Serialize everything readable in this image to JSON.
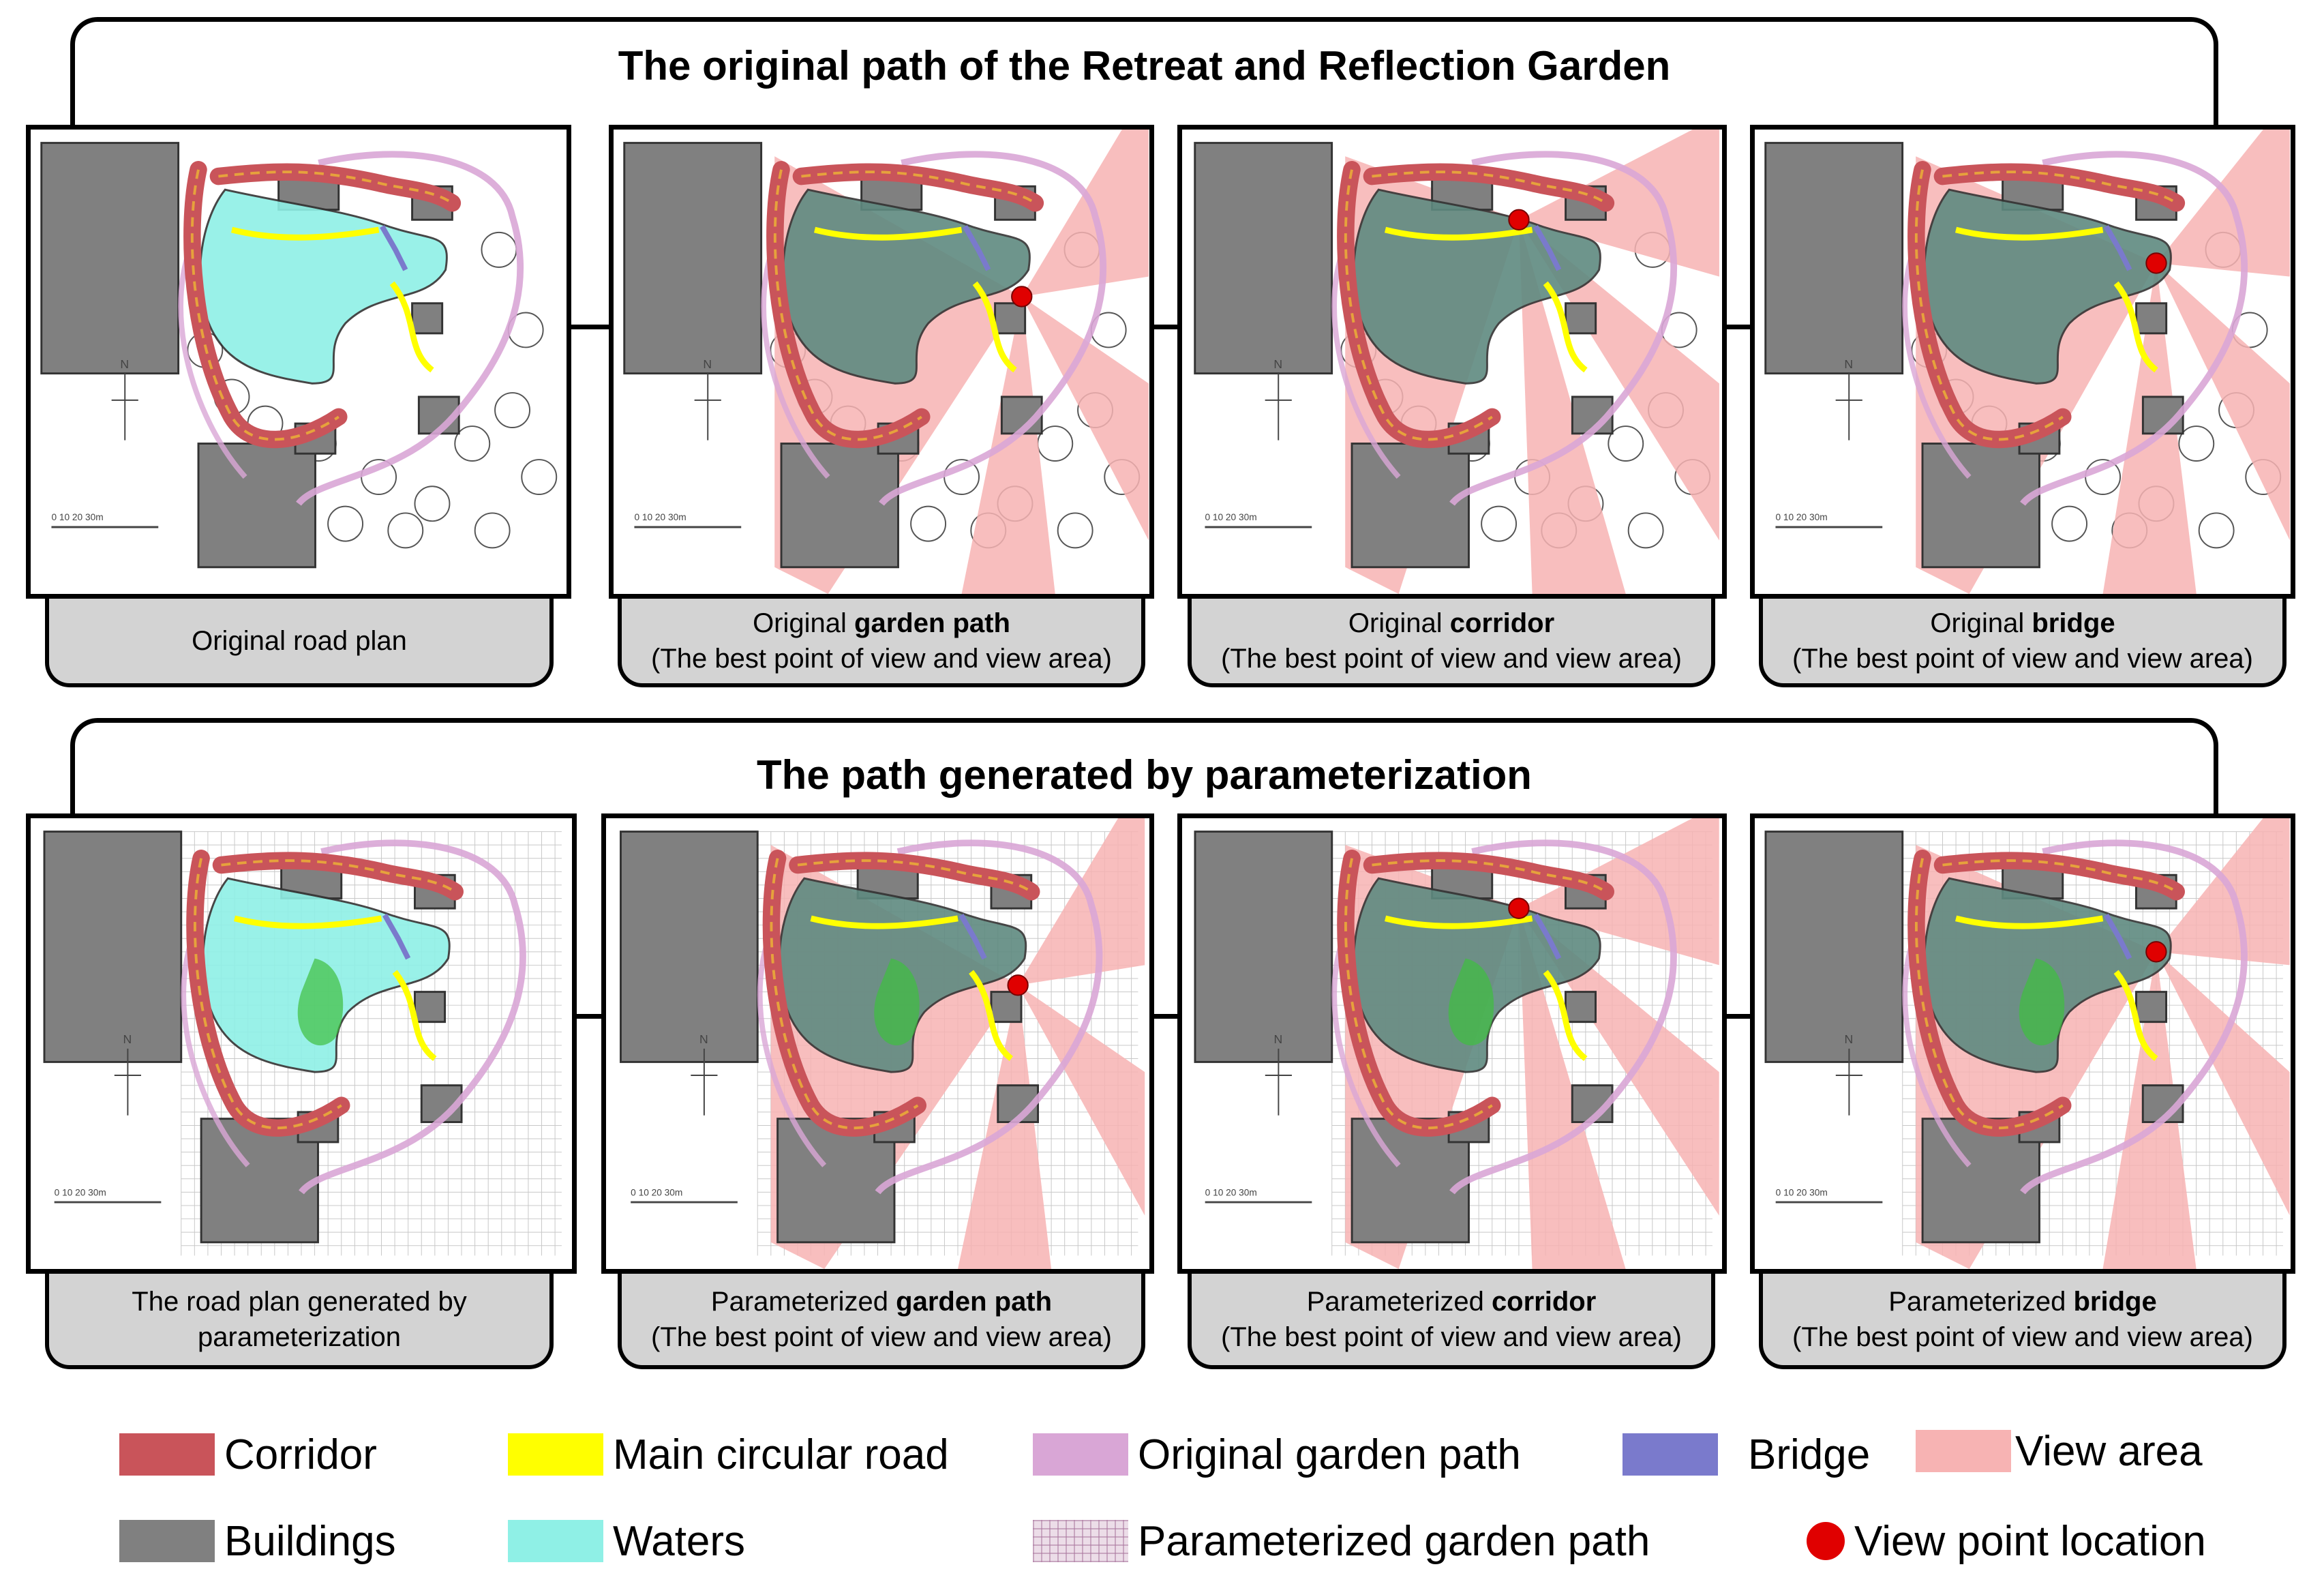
{
  "section_top": {
    "title": "The original  path of the Retreat and Reflection Garden"
  },
  "section_bottom": {
    "title": "The path generated by parameterization"
  },
  "top_panels": [
    {
      "line1": "Original road plan",
      "prefix": "",
      "bold": "",
      "line2": "",
      "scale": "0  10  20  30m",
      "view_point": false,
      "view_area": false,
      "mode": "original-plan"
    },
    {
      "line1": "",
      "prefix": "Original ",
      "bold": "garden path",
      "line2": "(The best point of view and view area)",
      "scale": "0  10  20  30m",
      "view_point": true,
      "view_area": true,
      "mode": "garden-path"
    },
    {
      "line1": "",
      "prefix": "Original ",
      "bold": "corridor",
      "line2": "(The best point of view and view area)",
      "scale": "0  10  20  30m",
      "view_point": true,
      "view_area": true,
      "mode": "corridor"
    },
    {
      "line1": "",
      "prefix": "Original ",
      "bold": "bridge",
      "line2": "(The best point of view and view area)",
      "scale": "0  10  20  30m",
      "view_point": true,
      "view_area": true,
      "mode": "bridge"
    }
  ],
  "bottom_panels": [
    {
      "line1": "The road plan generated by",
      "prefix": "",
      "bold": "",
      "line2": "parameterization",
      "scale": "0  10  20  30m",
      "view_point": false,
      "view_area": false,
      "mode": "param-plan"
    },
    {
      "line1": "",
      "prefix": "Parameterized ",
      "bold": "garden path",
      "line2": "(The best point of view and view area)",
      "scale": "0  10  20  30m",
      "view_point": true,
      "view_area": true,
      "mode": "garden-path"
    },
    {
      "line1": "",
      "prefix": "Parameterized ",
      "bold": "corridor",
      "line2": "(The best point of view and view area)",
      "scale": "0  10  20  30m",
      "view_point": true,
      "view_area": true,
      "mode": "corridor"
    },
    {
      "line1": "",
      "prefix": "Parameterized ",
      "bold": "bridge",
      "line2": "(The best point of view and view area)",
      "scale": "0  10  20  30m",
      "view_point": true,
      "view_area": true,
      "mode": "bridge"
    }
  ],
  "legend": [
    {
      "label": "Corridor",
      "color": "#c9545a",
      "kind": "swatch"
    },
    {
      "label": "Main circular road",
      "color": "#ffff00",
      "kind": "swatch"
    },
    {
      "label": "Original garden path",
      "color": "#d9a6d6",
      "kind": "swatch"
    },
    {
      "label": "Bridge",
      "color": "#7a7acc",
      "kind": "swatch"
    },
    {
      "label": "View area",
      "color": "#f7b3b3",
      "kind": "swatch"
    },
    {
      "label": "Buildings",
      "color": "#808080",
      "kind": "swatch"
    },
    {
      "label": "Waters",
      "color": "#8ff0e6",
      "kind": "swatch"
    },
    {
      "label": "Parameterized garden path",
      "color": "#ecdde8",
      "kind": "hatch"
    },
    {
      "label": "View point location",
      "color": "#e00000",
      "kind": "dot"
    }
  ],
  "north_label": "N"
}
